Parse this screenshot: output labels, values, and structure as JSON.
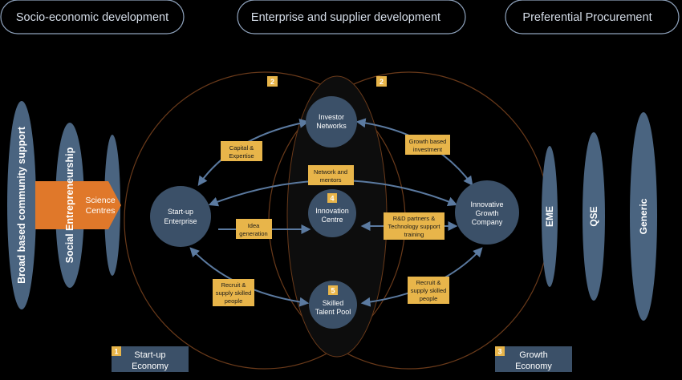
{
  "header": {
    "left": "Socio-economic development",
    "center": "Enterprise and supplier development",
    "right": "Preferential Procurement"
  },
  "left_pillars": {
    "community": "Broad based community support",
    "social": "Social Entrepreneurship",
    "science": [
      "Science",
      "Centres"
    ]
  },
  "right_pillars": {
    "eme": "EME",
    "qse": "QSE",
    "generic": "Generic"
  },
  "badges": {
    "circle_left": "2",
    "circle_right": "2",
    "innovation": "4",
    "talent": "5",
    "startup": "1",
    "growth": "3"
  },
  "nodes": {
    "investor": [
      "Investor",
      "Networks"
    ],
    "startup": [
      "Start-up",
      "Enterprise"
    ],
    "innovation": [
      "Innovation",
      "Centre"
    ],
    "growth_company": [
      "Innovative",
      "Growth",
      "Company"
    ],
    "talent": [
      "Skilled",
      "Talent Pool"
    ]
  },
  "labels": {
    "capital": [
      "Capital &",
      "Expertise"
    ],
    "growth_investment": [
      "Growth based",
      "investment"
    ],
    "network": [
      "Network and",
      "mentors"
    ],
    "idea": [
      "Idea",
      "generation"
    ],
    "rnd": [
      "R&D partners &",
      "Technology support",
      "training"
    ],
    "recruit_left": [
      "Recruit &",
      "supply skilled",
      "people"
    ],
    "recruit_right": [
      "Recruit &",
      "supply skilled",
      "people"
    ]
  },
  "footer": {
    "startup_economy": [
      "Start-up",
      "Economy"
    ],
    "growth_economy": [
      "Growth",
      "Economy"
    ]
  },
  "colors": {
    "background": "#000000",
    "node": "#3b5068",
    "pillar": "#4a6480",
    "label_box": "#e8b54a",
    "badge": "#e8b54a",
    "arrow": "#4f6e94",
    "orange": "#e0782a",
    "footer_box": "#3b5068",
    "outline": "#8fa3bd"
  }
}
